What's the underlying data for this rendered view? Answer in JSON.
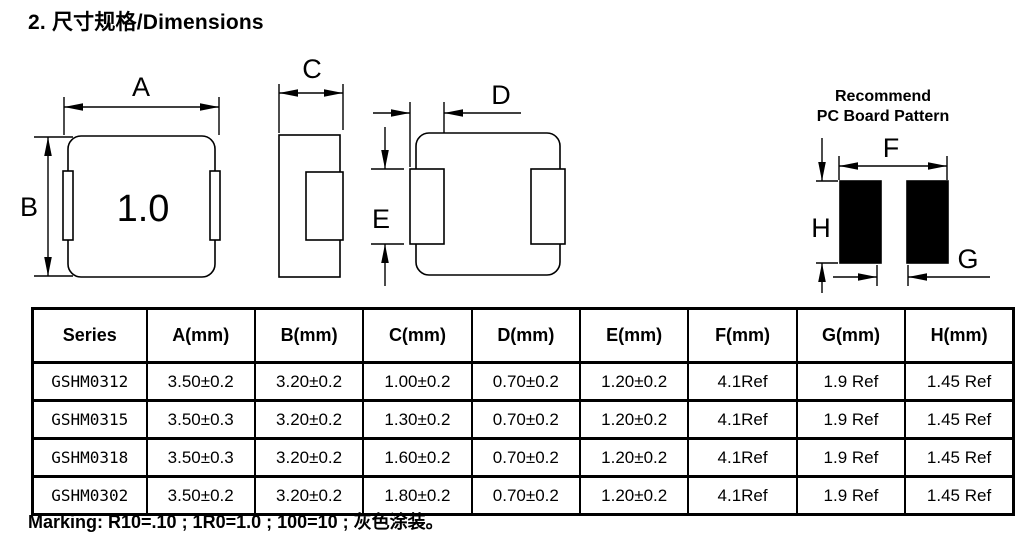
{
  "page": {
    "title": "2.  尺寸规格/Dimensions",
    "marking_note": "Marking: R10=.10 ; 1R0=1.0 ; 100=10 ;  灰色涂装。"
  },
  "colors": {
    "ink": "#000000",
    "background": "#ffffff"
  },
  "drawings": {
    "front_view": {
      "part_marking": "1.0",
      "dim_a": "A",
      "dim_b": "B"
    },
    "side_view": {
      "dim_c": "C"
    },
    "bottom_view": {
      "dim_d": "D",
      "dim_e": "E"
    },
    "pcb_pattern": {
      "title_line1": "Recommend",
      "title_line2": "PC Board Pattern",
      "dim_f": "F",
      "dim_g": "G",
      "dim_h": "H"
    }
  },
  "table": {
    "headers": [
      "Series",
      "A(mm)",
      "B(mm)",
      "C(mm)",
      "D(mm)",
      "E(mm)",
      "F(mm)",
      "G(mm)",
      "H(mm)"
    ],
    "rows": [
      [
        "GSHM0312",
        "3.50±0.2",
        "3.20±0.2",
        "1.00±0.2",
        "0.70±0.2",
        "1.20±0.2",
        "4.1Ref",
        "1.9 Ref",
        "1.45 Ref"
      ],
      [
        "GSHM0315",
        "3.50±0.3",
        "3.20±0.2",
        "1.30±0.2",
        "0.70±0.2",
        "1.20±0.2",
        "4.1Ref",
        "1.9 Ref",
        "1.45 Ref"
      ],
      [
        "GSHM0318",
        "3.50±0.3",
        "3.20±0.2",
        "1.60±0.2",
        "0.70±0.2",
        "1.20±0.2",
        "4.1Ref",
        "1.9 Ref",
        "1.45 Ref"
      ],
      [
        "GSHM0302",
        "3.50±0.2",
        "3.20±0.2",
        "1.80±0.2",
        "0.70±0.2",
        "1.20±0.2",
        "4.1Ref",
        "1.9 Ref",
        "1.45 Ref"
      ]
    ]
  }
}
